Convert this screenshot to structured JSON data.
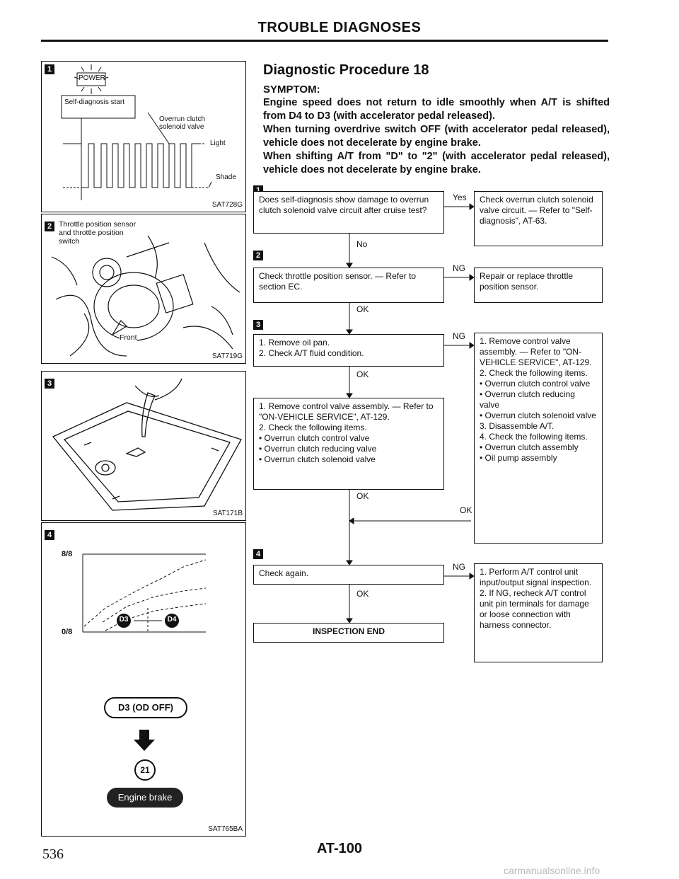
{
  "header": {
    "title": "TROUBLE DIAGNOSES"
  },
  "procedure": {
    "title": "Diagnostic Procedure 18",
    "symptom_label": "SYMPTOM:",
    "symptom_lines": [
      "Engine speed does not return to idle smoothly when A/T is shifted from D4 to D3 (with accelerator pedal released).",
      "When turning overdrive switch OFF (with accelerator pedal released), vehicle does not decelerate by engine brake.",
      "When shifting A/T from \"D\" to \"2\" (with accelerator pedal released), vehicle does not decelerate by engine brake."
    ]
  },
  "figures": {
    "fig1": {
      "tag": "1",
      "id": "SAT728G",
      "power": "POWER",
      "self_diag": "Self-diagnosis start",
      "overrun": "Overrun clutch solenoid valve",
      "light": "Light",
      "shade": "Shade"
    },
    "fig2": {
      "tag": "2",
      "id": "SAT719G",
      "label": "Throttle position sensor and throttle position switch",
      "front": "Front"
    },
    "fig3": {
      "tag": "3",
      "id": "SAT171B"
    },
    "fig4": {
      "tag": "4",
      "id": "SAT765BA",
      "y_top": "8/8",
      "y_bottom": "0/8",
      "gear_a": "D3",
      "gear_b": "D4",
      "mode": "D3 (OD OFF)",
      "target": "21",
      "engine_brake": "Engine brake"
    }
  },
  "flow": {
    "steps": [
      {
        "tag": "1",
        "text": "Does self-diagnosis show damage to overrun clutch solenoid valve circuit after cruise test?",
        "side_label": "Yes",
        "side_text": "Check overrun clutch solenoid valve circuit. — Refer to \"Self-diagnosis\", AT-63.",
        "down_label": "No"
      },
      {
        "tag": "2",
        "text": "Check throttle position sensor. — Refer to section EC.",
        "side_label": "NG",
        "side_text": "Repair or replace throttle position sensor.",
        "down_label": "OK"
      },
      {
        "tag": "3",
        "text": "1. Remove oil pan.\n2. Check A/T fluid condition.",
        "side_label": "NG",
        "side_text": "1. Remove control valve assembly. — Refer to \"ON-VEHICLE SERVICE\", AT-129.\n2. Check the following items.\n• Overrun clutch control valve\n• Overrun clutch reducing valve\n• Overrun clutch solenoid valve\n3. Disassemble A/T.\n4. Check the following items.\n• Overrun clutch assembly\n• Oil pump assembly",
        "down_label": "OK",
        "return_label": "OK"
      },
      {
        "tag": "",
        "text": "1. Remove control valve assembly. — Refer to \"ON-VEHICLE SERVICE\", AT-129.\n2. Check the following items.\n• Overrun clutch control valve\n• Overrun clutch reducing valve\n• Overrun clutch solenoid valve",
        "down_label": "OK"
      },
      {
        "tag": "4",
        "text": "Check again.",
        "side_label": "NG",
        "side_text": "1. Perform A/T control unit input/output signal inspection.\n2. If NG, recheck A/T control unit pin terminals for damage or loose connection with harness connector.",
        "down_label": "OK"
      },
      {
        "tag": "",
        "text": "INSPECTION END"
      }
    ]
  },
  "footer": {
    "page_left": "536",
    "page_center": "AT-100",
    "watermark": "carmanualsonline.info"
  }
}
